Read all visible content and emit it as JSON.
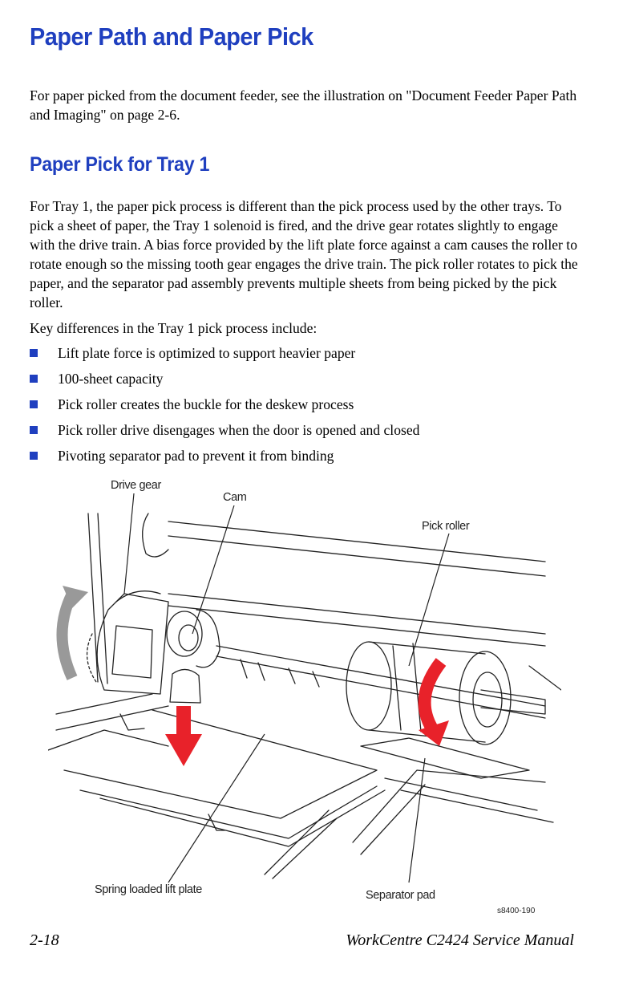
{
  "heading": "Paper Path and Paper Pick",
  "intro": "For paper picked from the document feeder, see the illustration on \"Document Feeder Paper Path and Imaging\" on page 2-6.",
  "subheading": "Paper Pick for Tray 1",
  "tray1_paragraph": "For Tray 1, the paper pick process is different than the pick process used by the other trays. To pick a sheet of paper, the Tray 1 solenoid is fired, and the drive gear rotates slightly to engage with the drive train. A bias force provided by the lift plate force against a cam causes the roller to rotate enough so the missing tooth gear engages the drive train. The pick roller rotates to pick the paper, and the separator pad assembly prevents multiple sheets from being picked by the pick roller.",
  "key_intro": "Key differences in the Tray 1 pick process include:",
  "bullets": [
    "Lift plate force is optimized to support heavier paper",
    "100-sheet capacity",
    "Pick roller creates the buckle for the deskew process",
    "Pick roller drive disengages when the door is opened and closed",
    "Pivoting separator pad to prevent it from binding"
  ],
  "figure": {
    "callouts": {
      "drive_gear": "Drive gear",
      "cam": "Cam",
      "pick_roller": "Pick roller",
      "spring_plate": "Spring loaded lift plate",
      "separator_pad": "Separator pad"
    },
    "figure_id": "s8400-190"
  },
  "footer": {
    "page": "2-18",
    "manual": "WorkCentre C2424 Service Manual"
  },
  "colors": {
    "heading": "#1f3fbf",
    "bullet": "#1f3fbf",
    "arrow_red": "#e8222a"
  }
}
